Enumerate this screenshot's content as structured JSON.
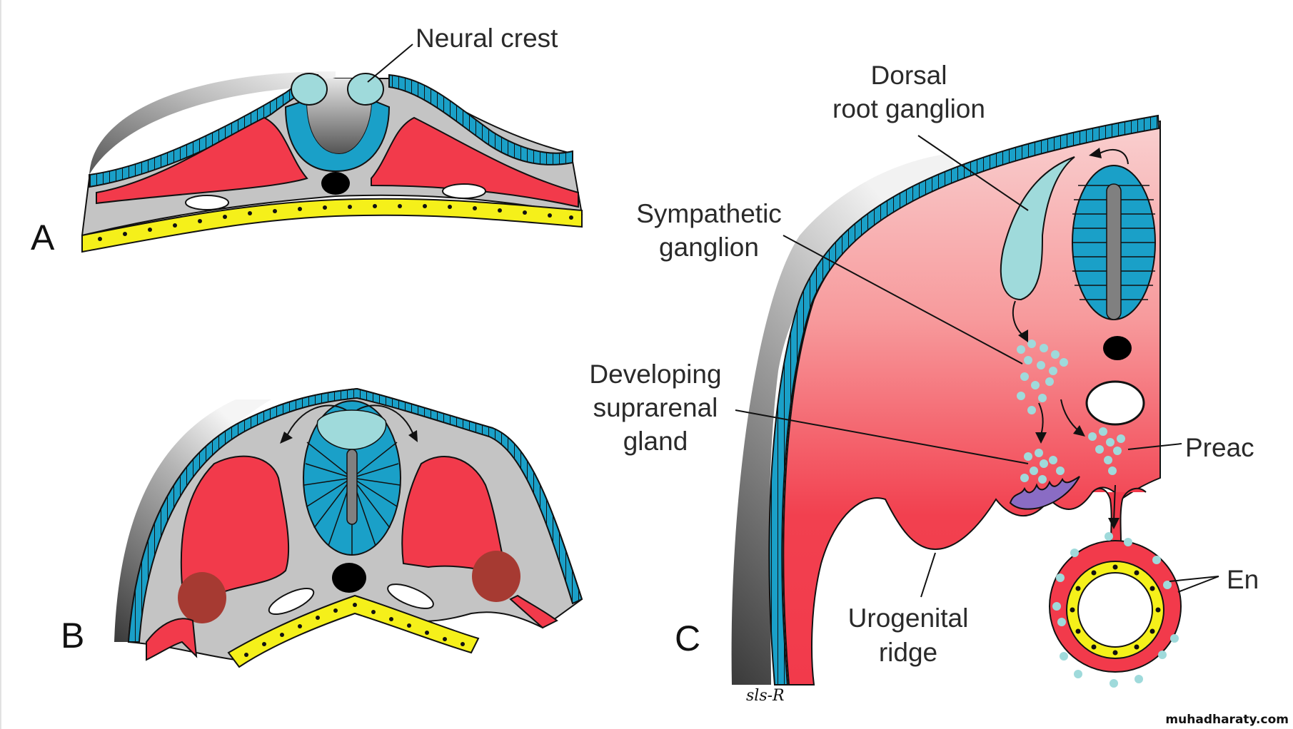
{
  "figure": {
    "title": "Neural crest derivatives: sympathetic and suprarenal development",
    "panels": [
      {
        "id": "A",
        "letter": "A",
        "labels": [
          "Neural crest"
        ]
      },
      {
        "id": "B",
        "letter": "B",
        "labels": []
      },
      {
        "id": "C",
        "letter": "C",
        "labels": [
          "Dorsal root ganglion",
          "Sympathetic ganglion",
          "Developing suprarenal gland",
          "Preac",
          "En",
          "Urogenital ridge"
        ]
      }
    ]
  },
  "labels": {
    "neural_crest": "Neural crest",
    "dorsal_1": "Dorsal",
    "dorsal_2": "root ganglion",
    "sympathetic_1": "Sympathetic",
    "sympathetic_2": "ganglion",
    "suprarenal_1": "Developing",
    "suprarenal_2": "suprarenal",
    "suprarenal_3": "gland",
    "preaortic": "Preac",
    "enteric": "En",
    "urogenital_1": "Urogenital",
    "urogenital_2": "ridge"
  },
  "panel_letters": {
    "a": "A",
    "b": "B",
    "c": "C"
  },
  "signature": "sls-R",
  "watermark": "muhadharaty.com",
  "colors": {
    "ectoderm": "#1aa0c8",
    "mesoderm": "#f23a4b",
    "mesoderm_light": "#f7b3b3",
    "neural_crest": "#9fdadb",
    "mesenchyme": "#c4c4c4",
    "endoderm": "#f5f01a",
    "notochord": "#000000",
    "suprarenal": "#8a6cc4",
    "somite_dark": "#a63a32",
    "neural_canal": "#808080"
  }
}
